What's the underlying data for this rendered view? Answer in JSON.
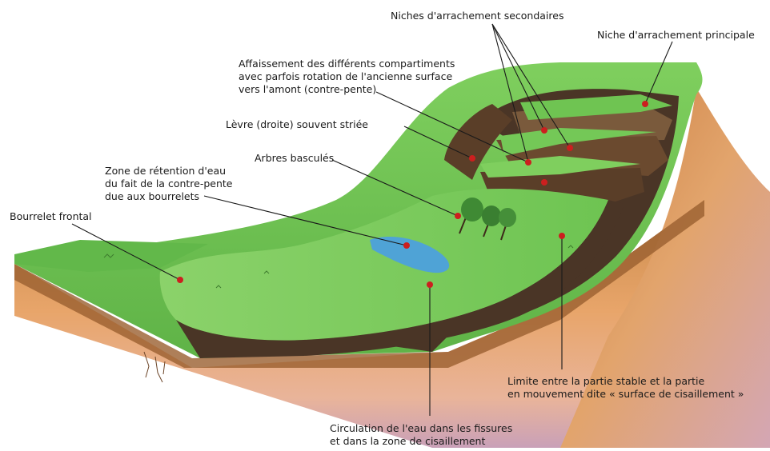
{
  "colors": {
    "grass_light": "#8cd36b",
    "grass": "#69c04f",
    "grass_dark": "#4e9d3b",
    "scarp_dark": "#4a3526",
    "scarp_mid": "#7a5a3c",
    "soil_top": "#c98a4b",
    "soil_mid": "#e8a56a",
    "soil_base": "#c9a0b8",
    "water": "#4fa3d6",
    "marker": "#cc1f1f",
    "leader_line": "#1a1a1a"
  },
  "labels": {
    "niches_secondaires": "Niches d'arrachement secondaires",
    "niche_principale": "Niche d'arrachement principale",
    "affaissement_1": "Affaissement des différents compartiments",
    "affaissement_2": "avec parfois rotation de l'ancienne surface",
    "affaissement_3": "vers l'amont (contre-pente)",
    "levre": "Lèvre (droite) souvent striée",
    "arbres": "Arbres basculés",
    "zone_retention_1": "Zone de rétention d'eau",
    "zone_retention_2": "du fait de la contre-pente",
    "zone_retention_3": "due aux bourrelets",
    "bourrelet": "Bourrelet frontal",
    "limite_1": "Limite entre la partie stable et la partie",
    "limite_2": "en mouvement dite « surface de cisaillement »",
    "circulation_1": "Circulation de l'eau dans les fissures",
    "circulation_2": "et dans la zone de cisaillement"
  }
}
